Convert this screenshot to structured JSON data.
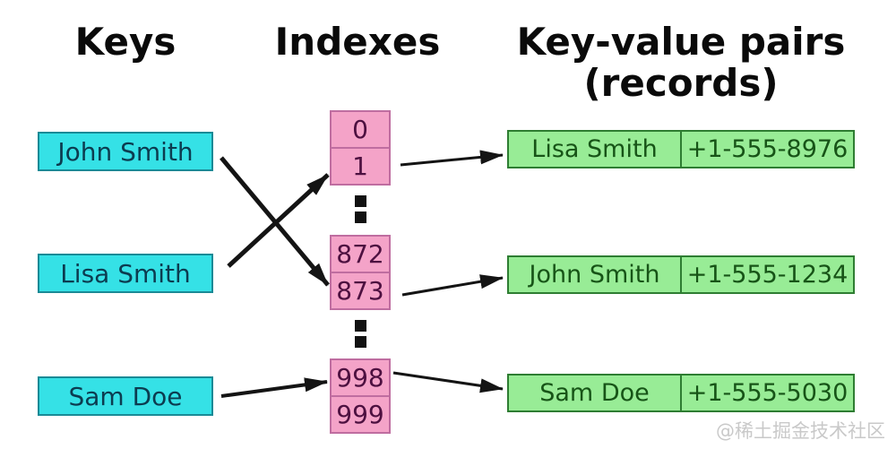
{
  "titles": {
    "keys": "Keys",
    "indexes": "Indexes",
    "records_line1": "Key-value pairs",
    "records_line2": "(records)"
  },
  "keys": [
    {
      "label": "John Smith"
    },
    {
      "label": "Lisa Smith"
    },
    {
      "label": "Sam Doe"
    }
  ],
  "indexes": {
    "groups": [
      {
        "cells": [
          "0",
          "1"
        ]
      },
      {
        "cells": [
          "872",
          "873"
        ]
      },
      {
        "cells": [
          "998",
          "999"
        ]
      }
    ]
  },
  "records": [
    {
      "key": "Lisa Smith",
      "value": "+1-555-8976"
    },
    {
      "key": "John Smith",
      "value": "+1-555-1234"
    },
    {
      "key": "Sam Doe",
      "value": "+1-555-5030"
    }
  ],
  "mappings": [
    {
      "from_key": "John Smith",
      "to_index": "873"
    },
    {
      "from_key": "Lisa Smith",
      "to_index": "1"
    },
    {
      "from_key": "Sam Doe",
      "to_index": "998"
    },
    {
      "from_index": "1",
      "to_record": "Lisa Smith"
    },
    {
      "from_index": "873",
      "to_record": "John Smith"
    },
    {
      "from_index": "998",
      "to_record": "Sam Doe"
    }
  ],
  "watermark": "@稀土掘金技术社区",
  "colors": {
    "key_fill": "#35e1e6",
    "key_border": "#1a8a96",
    "key_text": "#0c3c50",
    "index_fill": "#f4a3c8",
    "index_border": "#bf6da0",
    "index_text": "#4d1040",
    "record_fill": "#98ec96",
    "record_border": "#2e7d32",
    "record_text": "#175417",
    "arrow": "#141414",
    "title": "#0a0a0a",
    "watermark": "#c9c9c9"
  }
}
